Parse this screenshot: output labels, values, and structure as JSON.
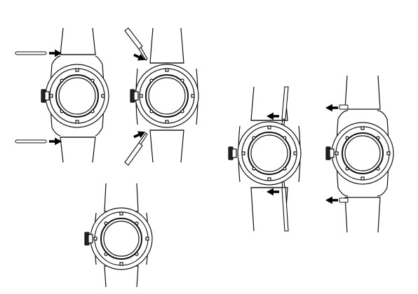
{
  "diagram": {
    "caption": "",
    "style": {
      "stroke": "#111111",
      "fill": "#ffffff",
      "accent": "#000000"
    },
    "steps": [
      {
        "name": "insert-spring-bars",
        "icons": [
          "spring-bar-icon",
          "arrow-right-icon"
        ]
      },
      {
        "name": "lever-spring-bars-with-tool",
        "icons": [
          "screwdriver-icon",
          "arrow-right-icon"
        ]
      },
      {
        "name": "strap-attached",
        "icons": [
          "watch-icon"
        ]
      },
      {
        "name": "remove-strap-with-tool",
        "icons": [
          "screwdriver-icon",
          "arrow-left-icon"
        ]
      },
      {
        "name": "pull-out-spring-bars",
        "icons": [
          "spring-bar-icon",
          "arrow-left-icon"
        ]
      }
    ]
  }
}
